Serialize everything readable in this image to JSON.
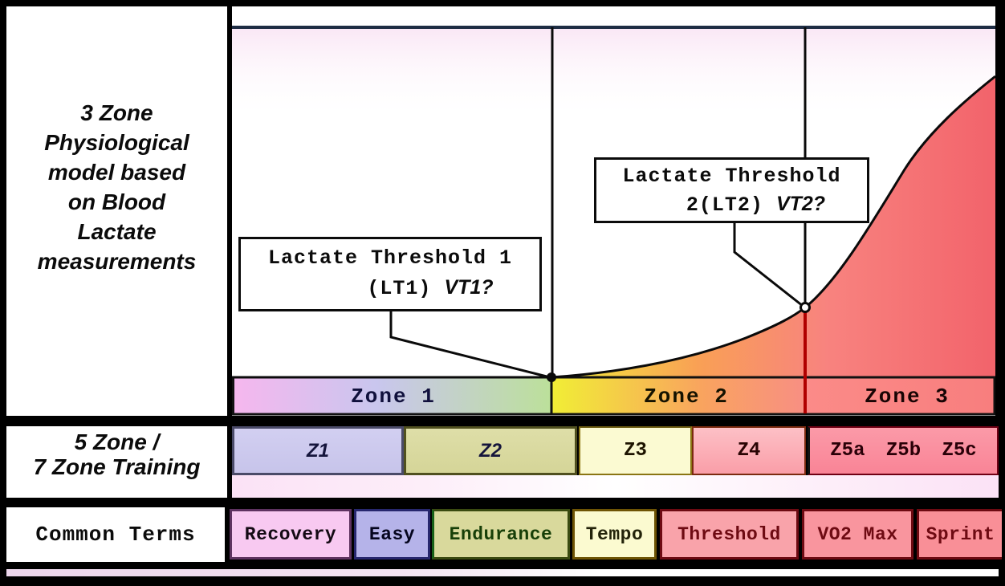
{
  "left_panel": {
    "lines": [
      "3 Zone",
      "Physiological",
      "model based",
      "on Blood",
      "Lactate",
      "measurements"
    ]
  },
  "chart": {
    "callouts": {
      "lt1": {
        "line1": "Lactate Threshold 1",
        "line2_mono": "(LT1)",
        "line2_italic": "VT1?"
      },
      "lt2": {
        "line1": "Lactate Threshold",
        "line2_mono": "2(LT2)",
        "line2_italic": "VT2?"
      }
    },
    "zones": [
      {
        "label": "Zone 1"
      },
      {
        "label": "Zone 2"
      },
      {
        "label": "Zone 3"
      }
    ],
    "curve": "blood lactate vs intensity: flat through Zone 1 to LT1 point, gradual rise through Zone 2 to LT2 point, steep exponential rise through Zone 3"
  },
  "training_row": {
    "label_line1": "5 Zone /",
    "label_line2": "7 Zone Training",
    "blocks": [
      {
        "label": "Z1"
      },
      {
        "label": "Z2"
      },
      {
        "label": "Z3"
      },
      {
        "label": "Z4"
      },
      {
        "label": "Z5a Z5b Z5c"
      }
    ]
  },
  "terms_row": {
    "label": "Common Terms",
    "blocks": [
      {
        "label": "Recovery"
      },
      {
        "label": "Easy"
      },
      {
        "label": "Endurance"
      },
      {
        "label": "Tempo"
      },
      {
        "label": "Threshold"
      },
      {
        "label": "VO2 Max"
      },
      {
        "label": "Sprint"
      }
    ]
  },
  "colors": {
    "zone1_band": [
      "#f6b7ee",
      "#c9c6ee",
      "#bce09a"
    ],
    "zone2_band": [
      "#f1ee35",
      "#f9a35f",
      "#f88f83"
    ],
    "zone3_band": [
      "#fb8b88",
      "#f87e7e"
    ],
    "curve_fill": [
      "#f3ef39",
      "#f9a055",
      "#f8837f",
      "#f2636b"
    ],
    "lt2_line_red": "#b00000",
    "z1_block": "#cbc8ec",
    "z2_block": "#dbdba2",
    "z3_block": "#fbfad2",
    "z4_block": "#fba4ad",
    "z5_block": "#fa8e9d",
    "recovery_block": "#f8c9f1",
    "easy_block": "#b5b3e9",
    "endurance_block": "#d9d99c",
    "tempo_block": "#fbfad0",
    "threshold_block": "#f9a3aa",
    "vo2max_block": "#f9959e",
    "sprint_block": "#f98f97"
  }
}
